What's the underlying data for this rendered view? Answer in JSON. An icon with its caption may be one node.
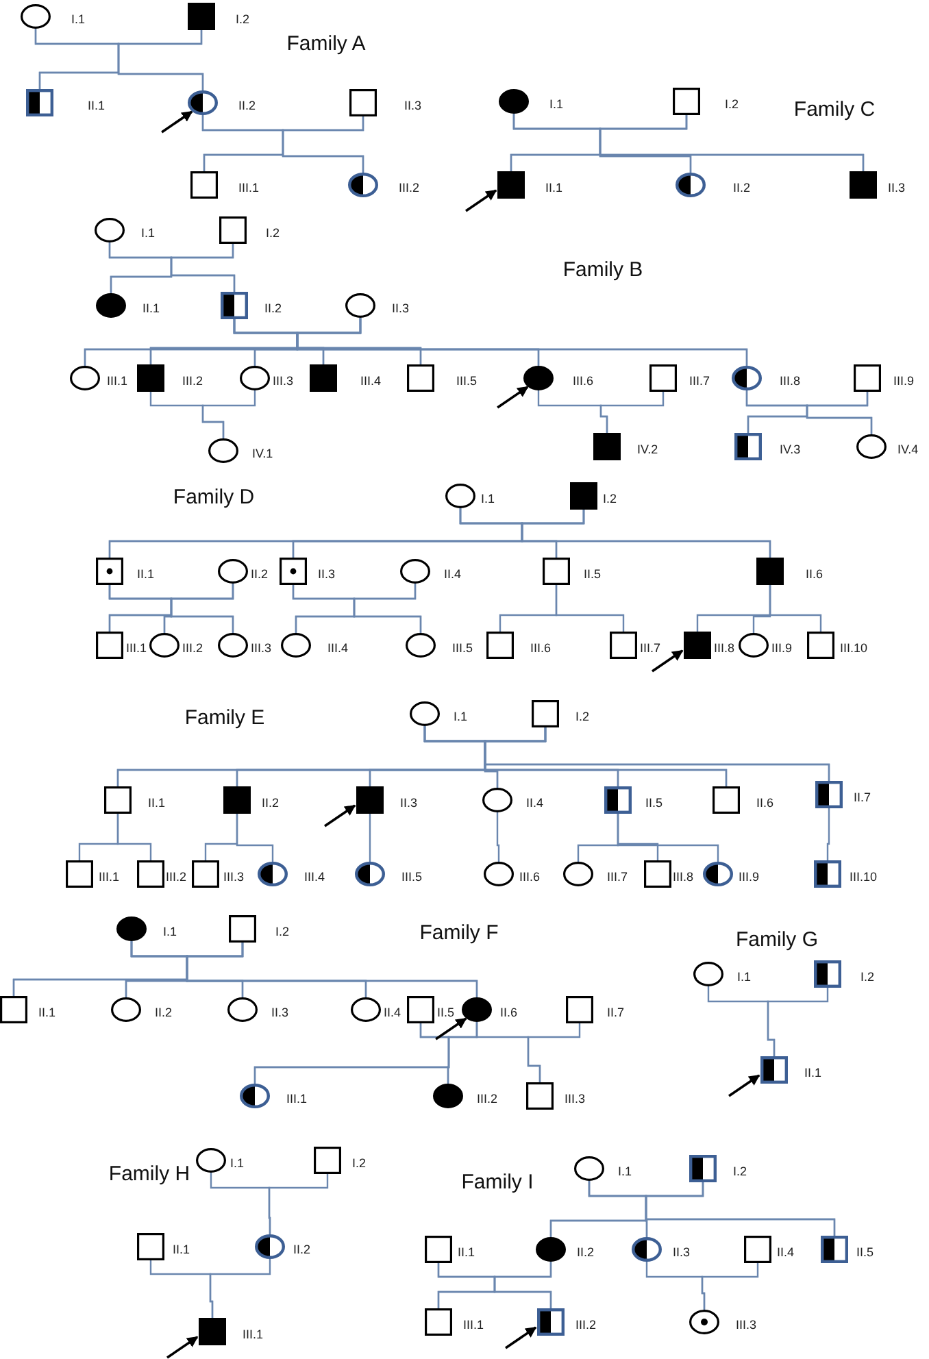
{
  "diagram": {
    "nodes": [
      {
        "text": [],
        "shape": "circle",
        "beside": [
          "I.1"
        ]
      },
      {
        "text": [],
        "shape": "filled-box",
        "beside": [
          "I.2"
        ]
      },
      {
        "text": [],
        "shape": "half-box",
        "beside": [
          "II.1"
        ]
      },
      {
        "text": [],
        "shape": "half-circle",
        "beside": [
          "II.2"
        ]
      },
      {
        "text": [],
        "shape": "box",
        "beside": [
          "II.3"
        ]
      },
      {
        "text": [],
        "shape": "box",
        "beside": [
          "III.1"
        ]
      },
      {
        "text": [],
        "shape": "half-circle",
        "beside": [
          "III.2"
        ]
      },
      {
        "text": [],
        "shape": "filled-circle",
        "beside": [
          "I.1"
        ]
      },
      {
        "text": [],
        "shape": "box",
        "beside": [
          "I.2"
        ]
      },
      {
        "text": [],
        "shape": "filled-box",
        "beside": [
          "II.1"
        ]
      },
      {
        "text": [],
        "shape": "half-circle",
        "beside": [
          "II.2"
        ]
      },
      {
        "text": [],
        "shape": "filled-box",
        "beside": [
          "II.3"
        ]
      },
      {
        "text": [],
        "shape": "circle",
        "beside": [
          "I.1"
        ]
      },
      {
        "text": [],
        "shape": "box",
        "beside": [
          "I.2"
        ]
      },
      {
        "text": [],
        "shape": "filled-circle",
        "beside": [
          "II.1"
        ]
      },
      {
        "text": [],
        "shape": "half-box",
        "beside": [
          "II.2"
        ]
      },
      {
        "text": [],
        "shape": "circle",
        "beside": [
          "II.3"
        ]
      },
      {
        "text": [],
        "shape": "circle",
        "beside": [
          "III.1"
        ]
      },
      {
        "text": [],
        "shape": "filled-box",
        "beside": [
          "III.2"
        ]
      },
      {
        "text": [],
        "shape": "circle",
        "beside": [
          "III.3"
        ]
      },
      {
        "text": [],
        "shape": "filled-box",
        "beside": [
          "III.4"
        ]
      },
      {
        "text": [],
        "shape": "box",
        "beside": [
          "III.5"
        ]
      },
      {
        "text": [],
        "shape": "filled-circle",
        "beside": [
          "III.6"
        ]
      },
      {
        "text": [],
        "shape": "box",
        "beside": [
          "III.7"
        ]
      },
      {
        "text": [],
        "shape": "half-circle",
        "beside": [
          "III.8"
        ]
      },
      {
        "text": [],
        "shape": "box",
        "beside": [
          "III.9"
        ]
      },
      {
        "text": [],
        "shape": "circle",
        "beside": [
          "IV.1"
        ]
      },
      {
        "text": [],
        "shape": "filled-box",
        "beside": [
          "IV.2"
        ]
      },
      {
        "text": [],
        "shape": "half-box",
        "beside": [
          "IV.3"
        ]
      },
      {
        "text": [],
        "shape": "circle",
        "beside": [
          "IV.4"
        ]
      },
      {
        "text": [],
        "shape": "circle",
        "beside": [
          "I.1"
        ]
      },
      {
        "text": [],
        "shape": "filled-box",
        "beside": [
          "I.2"
        ]
      },
      {
        "text": [],
        "shape": "dotted-box",
        "beside": [
          "II.1"
        ]
      },
      {
        "text": [],
        "shape": "circle",
        "beside": [
          "II.2"
        ]
      },
      {
        "text": [],
        "shape": "dotted-box",
        "beside": [
          "II.3"
        ]
      },
      {
        "text": [],
        "shape": "circle",
        "beside": [
          "II.4"
        ]
      },
      {
        "text": [],
        "shape": "box",
        "beside": [
          "II.5"
        ]
      },
      {
        "text": [],
        "shape": "filled-box",
        "beside": [
          "II.6"
        ]
      },
      {
        "text": [],
        "shape": "box",
        "beside": [
          "III.1"
        ]
      },
      {
        "text": [],
        "shape": "circle",
        "beside": [
          "III.2"
        ]
      },
      {
        "text": [],
        "shape": "circle",
        "beside": [
          "III.3"
        ]
      },
      {
        "text": [],
        "shape": "circle",
        "beside": [
          "III.4"
        ]
      },
      {
        "text": [],
        "shape": "circle",
        "beside": [
          "III.5"
        ]
      },
      {
        "text": [],
        "shape": "box",
        "beside": [
          "III.6"
        ]
      },
      {
        "text": [],
        "shape": "box",
        "beside": [
          "III.7"
        ]
      },
      {
        "text": [],
        "shape": "filled-box",
        "beside": [
          "III.8"
        ]
      },
      {
        "text": [],
        "shape": "circle",
        "beside": [
          "III.9"
        ]
      },
      {
        "text": [],
        "shape": "box",
        "beside": [
          "III.10"
        ]
      },
      {
        "text": [],
        "shape": "circle",
        "beside": [
          "I.1"
        ]
      },
      {
        "text": [],
        "shape": "box",
        "beside": [
          "I.2"
        ]
      },
      {
        "text": [],
        "shape": "box",
        "beside": [
          "II.1"
        ]
      },
      {
        "text": [],
        "shape": "filled-box",
        "beside": [
          "II.2"
        ]
      },
      {
        "text": [],
        "shape": "filled-box",
        "beside": [
          "II.3"
        ]
      },
      {
        "text": [],
        "shape": "circle",
        "beside": [
          "II.4"
        ]
      },
      {
        "text": [],
        "shape": "half-box",
        "beside": [
          "II.5"
        ]
      },
      {
        "text": [],
        "shape": "box",
        "beside": [
          "II.6"
        ]
      },
      {
        "text": [],
        "shape": "half-box",
        "beside": [
          "II.7"
        ]
      },
      {
        "text": [],
        "shape": "box",
        "beside": [
          "III.1"
        ]
      },
      {
        "text": [],
        "shape": "box",
        "beside": [
          "III.2"
        ]
      },
      {
        "text": [],
        "shape": "box",
        "beside": [
          "III.3"
        ]
      },
      {
        "text": [],
        "shape": "half-circle",
        "beside": [
          "III.4"
        ]
      },
      {
        "text": [],
        "shape": "half-circle",
        "beside": [
          "III.5"
        ]
      },
      {
        "text": [],
        "shape": "circle",
        "beside": [
          "III.6"
        ]
      },
      {
        "text": [],
        "shape": "circle",
        "beside": [
          "III.7"
        ]
      },
      {
        "text": [],
        "shape": "box",
        "beside": [
          "III.8"
        ]
      },
      {
        "text": [],
        "shape": "half-circle",
        "beside": [
          "III.9"
        ]
      },
      {
        "text": [],
        "shape": "half-box",
        "beside": [
          "III.10"
        ]
      },
      {
        "text": [],
        "shape": "filled-circle",
        "beside": [
          "I.1"
        ]
      },
      {
        "text": [],
        "shape": "box",
        "beside": [
          "I.2"
        ]
      },
      {
        "text": [],
        "shape": "box",
        "beside": [
          "II.1"
        ]
      },
      {
        "text": [],
        "shape": "circle",
        "beside": [
          "II.2"
        ]
      },
      {
        "text": [],
        "shape": "circle",
        "beside": [
          "II.3"
        ]
      },
      {
        "text": [],
        "shape": "circle",
        "beside": [
          "II.4"
        ]
      },
      {
        "text": [],
        "shape": "box",
        "beside": [
          "II.5"
        ]
      },
      {
        "text": [],
        "shape": "filled-circle",
        "beside": [
          "II.6"
        ]
      },
      {
        "text": [],
        "shape": "box",
        "beside": [
          "II.7"
        ]
      },
      {
        "text": [],
        "shape": "half-circle",
        "beside": [
          "III.1"
        ]
      },
      {
        "text": [],
        "shape": "filled-circle",
        "beside": [
          "III.2"
        ]
      },
      {
        "text": [],
        "shape": "box",
        "beside": [
          "III.3"
        ]
      },
      {
        "text": [],
        "shape": "circle",
        "beside": [
          "I.1"
        ]
      },
      {
        "text": [],
        "shape": "half-box",
        "beside": [
          "I.2"
        ]
      },
      {
        "text": [],
        "shape": "half-box",
        "beside": [
          "II.1"
        ]
      },
      {
        "text": [],
        "shape": "circle",
        "beside": [
          "I.1"
        ]
      },
      {
        "text": [],
        "shape": "box",
        "beside": [
          "I.2"
        ]
      },
      {
        "text": [],
        "shape": "box",
        "beside": [
          "II.1"
        ]
      },
      {
        "text": [],
        "shape": "half-circle",
        "beside": [
          "II.2"
        ]
      },
      {
        "text": [],
        "shape": "filled-box",
        "beside": [
          "III.1"
        ]
      },
      {
        "text": [],
        "shape": "circle",
        "beside": [
          "I.1"
        ]
      },
      {
        "text": [],
        "shape": "half-box",
        "beside": [
          "I.2"
        ]
      },
      {
        "text": [],
        "shape": "box",
        "beside": [
          "II.1"
        ]
      },
      {
        "text": [],
        "shape": "filled-circle",
        "beside": [
          "II.2"
        ]
      },
      {
        "text": [],
        "shape": "half-circle",
        "beside": [
          "II.3"
        ]
      },
      {
        "text": [],
        "shape": "box",
        "beside": [
          "II.4"
        ]
      },
      {
        "text": [],
        "shape": "half-box",
        "beside": [
          "II.5"
        ]
      },
      {
        "text": [],
        "shape": "box",
        "beside": [
          "III.1"
        ]
      },
      {
        "text": [],
        "shape": "half-box",
        "beside": [
          "III.2"
        ]
      },
      {
        "text": [],
        "shape": "dotted-circle",
        "beside": [
          "III.3"
        ]
      }
    ],
    "edges": [
      {
        "from": 0,
        "to": 2,
        "arrow": "none"
      },
      {
        "from": 1,
        "to": 2,
        "arrow": "none"
      },
      {
        "from": 0,
        "to": 3,
        "arrow": "none"
      },
      {
        "from": 1,
        "to": 3,
        "arrow": "none"
      },
      {
        "from": 3,
        "to": 5,
        "arrow": "none"
      },
      {
        "from": 4,
        "to": 5,
        "arrow": "none"
      },
      {
        "from": 3,
        "to": 6,
        "arrow": "none"
      },
      {
        "from": 4,
        "to": 6,
        "arrow": "none"
      },
      {
        "from": 7,
        "to": 9,
        "arrow": "none"
      },
      {
        "from": 8,
        "to": 9,
        "arrow": "none"
      },
      {
        "from": 7,
        "to": 10,
        "arrow": "none"
      },
      {
        "from": 8,
        "to": 10,
        "arrow": "none"
      },
      {
        "from": 7,
        "to": 11,
        "arrow": "none"
      },
      {
        "from": 8,
        "to": 11,
        "arrow": "none"
      },
      {
        "from": 12,
        "to": 14,
        "arrow": "none"
      },
      {
        "from": 13,
        "to": 14,
        "arrow": "none"
      },
      {
        "from": 12,
        "to": 15,
        "arrow": "none"
      },
      {
        "from": 13,
        "to": 15,
        "arrow": "none"
      },
      {
        "from": 15,
        "to": 17,
        "arrow": "none"
      },
      {
        "from": 16,
        "to": 17,
        "arrow": "none"
      },
      {
        "from": 15,
        "to": 18,
        "arrow": "none"
      },
      {
        "from": 16,
        "to": 18,
        "arrow": "none"
      },
      {
        "from": 15,
        "to": 19,
        "arrow": "none"
      },
      {
        "from": 16,
        "to": 19,
        "arrow": "none"
      },
      {
        "from": 15,
        "to": 20,
        "arrow": "none"
      },
      {
        "from": 16,
        "to": 20,
        "arrow": "none"
      },
      {
        "from": 15,
        "to": 21,
        "arrow": "none"
      },
      {
        "from": 16,
        "to": 21,
        "arrow": "none"
      },
      {
        "from": 15,
        "to": 22,
        "arrow": "none"
      },
      {
        "from": 16,
        "to": 22,
        "arrow": "none"
      },
      {
        "from": 15,
        "to": 24,
        "arrow": "none"
      },
      {
        "from": 16,
        "to": 24,
        "arrow": "none"
      },
      {
        "from": 18,
        "to": 26,
        "arrow": "none"
      },
      {
        "from": 19,
        "to": 26,
        "arrow": "none"
      },
      {
        "from": 22,
        "to": 27,
        "arrow": "none"
      },
      {
        "from": 23,
        "to": 27,
        "arrow": "none"
      },
      {
        "from": 24,
        "to": 28,
        "arrow": "none"
      },
      {
        "from": 25,
        "to": 28,
        "arrow": "none"
      },
      {
        "from": 24,
        "to": 29,
        "arrow": "none"
      },
      {
        "from": 25,
        "to": 29,
        "arrow": "none"
      },
      {
        "from": 30,
        "to": 32,
        "arrow": "none"
      },
      {
        "from": 31,
        "to": 32,
        "arrow": "none"
      },
      {
        "from": 30,
        "to": 34,
        "arrow": "none"
      },
      {
        "from": 31,
        "to": 34,
        "arrow": "none"
      },
      {
        "from": 30,
        "to": 36,
        "arrow": "none"
      },
      {
        "from": 31,
        "to": 36,
        "arrow": "none"
      },
      {
        "from": 30,
        "to": 37,
        "arrow": "none"
      },
      {
        "from": 31,
        "to": 37,
        "arrow": "none"
      },
      {
        "from": 32,
        "to": 38,
        "arrow": "none"
      },
      {
        "from": 33,
        "to": 38,
        "arrow": "none"
      },
      {
        "from": 32,
        "to": 39,
        "arrow": "none"
      },
      {
        "from": 33,
        "to": 39,
        "arrow": "none"
      },
      {
        "from": 32,
        "to": 40,
        "arrow": "none"
      },
      {
        "from": 33,
        "to": 40,
        "arrow": "none"
      },
      {
        "from": 34,
        "to": 41,
        "arrow": "none"
      },
      {
        "from": 35,
        "to": 41,
        "arrow": "none"
      },
      {
        "from": 34,
        "to": 42,
        "arrow": "none"
      },
      {
        "from": 35,
        "to": 42,
        "arrow": "none"
      },
      {
        "from": 36,
        "to": 43,
        "arrow": "none"
      },
      {
        "from": 36,
        "to": 44,
        "arrow": "none"
      },
      {
        "from": 37,
        "to": 45,
        "arrow": "none"
      },
      {
        "from": 37,
        "to": 46,
        "arrow": "none"
      },
      {
        "from": 37,
        "to": 47,
        "arrow": "none"
      },
      {
        "from": 48,
        "to": 50,
        "arrow": "none"
      },
      {
        "from": 49,
        "to": 50,
        "arrow": "none"
      },
      {
        "from": 48,
        "to": 51,
        "arrow": "none"
      },
      {
        "from": 49,
        "to": 51,
        "arrow": "none"
      },
      {
        "from": 48,
        "to": 52,
        "arrow": "none"
      },
      {
        "from": 49,
        "to": 52,
        "arrow": "none"
      },
      {
        "from": 48,
        "to": 53,
        "arrow": "none"
      },
      {
        "from": 49,
        "to": 53,
        "arrow": "none"
      },
      {
        "from": 48,
        "to": 54,
        "arrow": "none"
      },
      {
        "from": 49,
        "to": 54,
        "arrow": "none"
      },
      {
        "from": 48,
        "to": 55,
        "arrow": "none"
      },
      {
        "from": 49,
        "to": 55,
        "arrow": "none"
      },
      {
        "from": 48,
        "to": 56,
        "arrow": "none"
      },
      {
        "from": 49,
        "to": 56,
        "arrow": "none"
      },
      {
        "from": 50,
        "to": 57,
        "arrow": "none"
      },
      {
        "from": 50,
        "to": 58,
        "arrow": "none"
      },
      {
        "from": 51,
        "to": 59,
        "arrow": "none"
      },
      {
        "from": 51,
        "to": 60,
        "arrow": "none"
      },
      {
        "from": 52,
        "to": 61,
        "arrow": "none"
      },
      {
        "from": 53,
        "to": 62,
        "arrow": "none"
      },
      {
        "from": 54,
        "to": 63,
        "arrow": "none"
      },
      {
        "from": 54,
        "to": 64,
        "arrow": "none"
      },
      {
        "from": 54,
        "to": 65,
        "arrow": "none"
      },
      {
        "from": 56,
        "to": 66,
        "arrow": "none"
      },
      {
        "from": 67,
        "to": 69,
        "arrow": "none"
      },
      {
        "from": 68,
        "to": 69,
        "arrow": "none"
      },
      {
        "from": 67,
        "to": 70,
        "arrow": "none"
      },
      {
        "from": 68,
        "to": 70,
        "arrow": "none"
      },
      {
        "from": 67,
        "to": 71,
        "arrow": "none"
      },
      {
        "from": 68,
        "to": 71,
        "arrow": "none"
      },
      {
        "from": 67,
        "to": 72,
        "arrow": "none"
      },
      {
        "from": 68,
        "to": 72,
        "arrow": "none"
      },
      {
        "from": 67,
        "to": 74,
        "arrow": "none"
      },
      {
        "from": 68,
        "to": 74,
        "arrow": "none"
      },
      {
        "from": 73,
        "to": 76,
        "arrow": "none"
      },
      {
        "from": 74,
        "to": 76,
        "arrow": "none"
      },
      {
        "from": 73,
        "to": 77,
        "arrow": "none"
      },
      {
        "from": 74,
        "to": 77,
        "arrow": "none"
      },
      {
        "from": 74,
        "to": 78,
        "arrow": "none"
      },
      {
        "from": 75,
        "to": 78,
        "arrow": "none"
      },
      {
        "from": 79,
        "to": 81,
        "arrow": "none"
      },
      {
        "from": 80,
        "to": 81,
        "arrow": "none"
      },
      {
        "from": 82,
        "to": 85,
        "arrow": "none"
      },
      {
        "from": 83,
        "to": 85,
        "arrow": "none"
      },
      {
        "from": 84,
        "to": 86,
        "arrow": "none"
      },
      {
        "from": 85,
        "to": 86,
        "arrow": "none"
      },
      {
        "from": 87,
        "to": 90,
        "arrow": "none"
      },
      {
        "from": 88,
        "to": 90,
        "arrow": "none"
      },
      {
        "from": 87,
        "to": 91,
        "arrow": "none"
      },
      {
        "from": 88,
        "to": 91,
        "arrow": "none"
      },
      {
        "from": 87,
        "to": 93,
        "arrow": "none"
      },
      {
        "from": 88,
        "to": 93,
        "arrow": "none"
      },
      {
        "from": 89,
        "to": 94,
        "arrow": "none"
      },
      {
        "from": 90,
        "to": 94,
        "arrow": "none"
      },
      {
        "from": 89,
        "to": 95,
        "arrow": "none"
      },
      {
        "from": 90,
        "to": 95,
        "arrow": "none"
      },
      {
        "from": 91,
        "to": 96,
        "arrow": "none"
      },
      {
        "from": 92,
        "to": 96,
        "arrow": "none"
      },
      {
        "from": null,
        "to": 3,
        "arrow": "to",
        "color": "#000000"
      },
      {
        "from": null,
        "to": 9,
        "arrow": "to",
        "color": "#000000"
      },
      {
        "from": null,
        "to": 22,
        "arrow": "to",
        "color": "#000000"
      },
      {
        "from": null,
        "to": 45,
        "arrow": "to",
        "color": "#000000"
      },
      {
        "from": null,
        "to": 52,
        "arrow": "to",
        "color": "#000000"
      },
      {
        "from": null,
        "to": 74,
        "arrow": "to",
        "color": "#000000"
      },
      {
        "from": null,
        "to": 81,
        "arrow": "to",
        "color": "#000000"
      },
      {
        "from": null,
        "to": 86,
        "arrow": "to",
        "color": "#000000"
      },
      {
        "from": null,
        "to": 95,
        "arrow": "to",
        "color": "#000000"
      }
    ],
    "labels": [
      "Family A",
      "Family C",
      "Family B",
      "Family D",
      "Family E",
      "Family F",
      "Family G",
      "Family H",
      "Family I"
    ]
  }
}
